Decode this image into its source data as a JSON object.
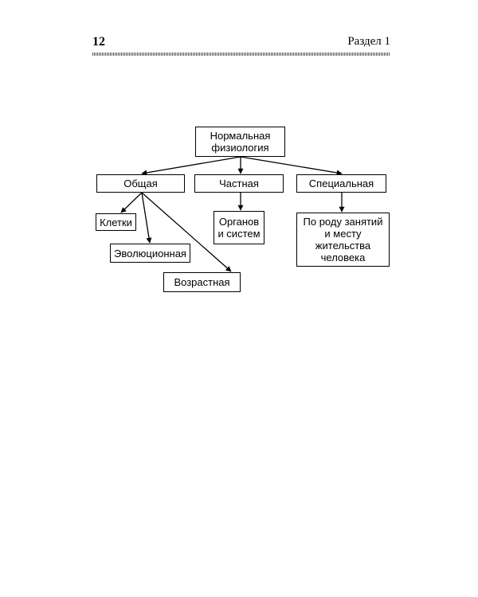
{
  "header": {
    "page_number": "12",
    "section": "Раздел 1"
  },
  "diagram": {
    "nodes": {
      "root": "Нормальная\nфизиология",
      "general": "Общая",
      "particular": "Частная",
      "special": "Специальная",
      "cells": "Клетки",
      "evolutionary": "Эволюционная",
      "age": "Возрастная",
      "organs": "Органов\nи систем",
      "occupation": "По роду занятий\nи месту\nжительства\nчеловека"
    },
    "edges": [
      [
        "root",
        "general"
      ],
      [
        "root",
        "particular"
      ],
      [
        "root",
        "special"
      ],
      [
        "general",
        "cells"
      ],
      [
        "general",
        "evolutionary"
      ],
      [
        "general",
        "age"
      ],
      [
        "particular",
        "organs"
      ],
      [
        "special",
        "occupation"
      ]
    ]
  }
}
